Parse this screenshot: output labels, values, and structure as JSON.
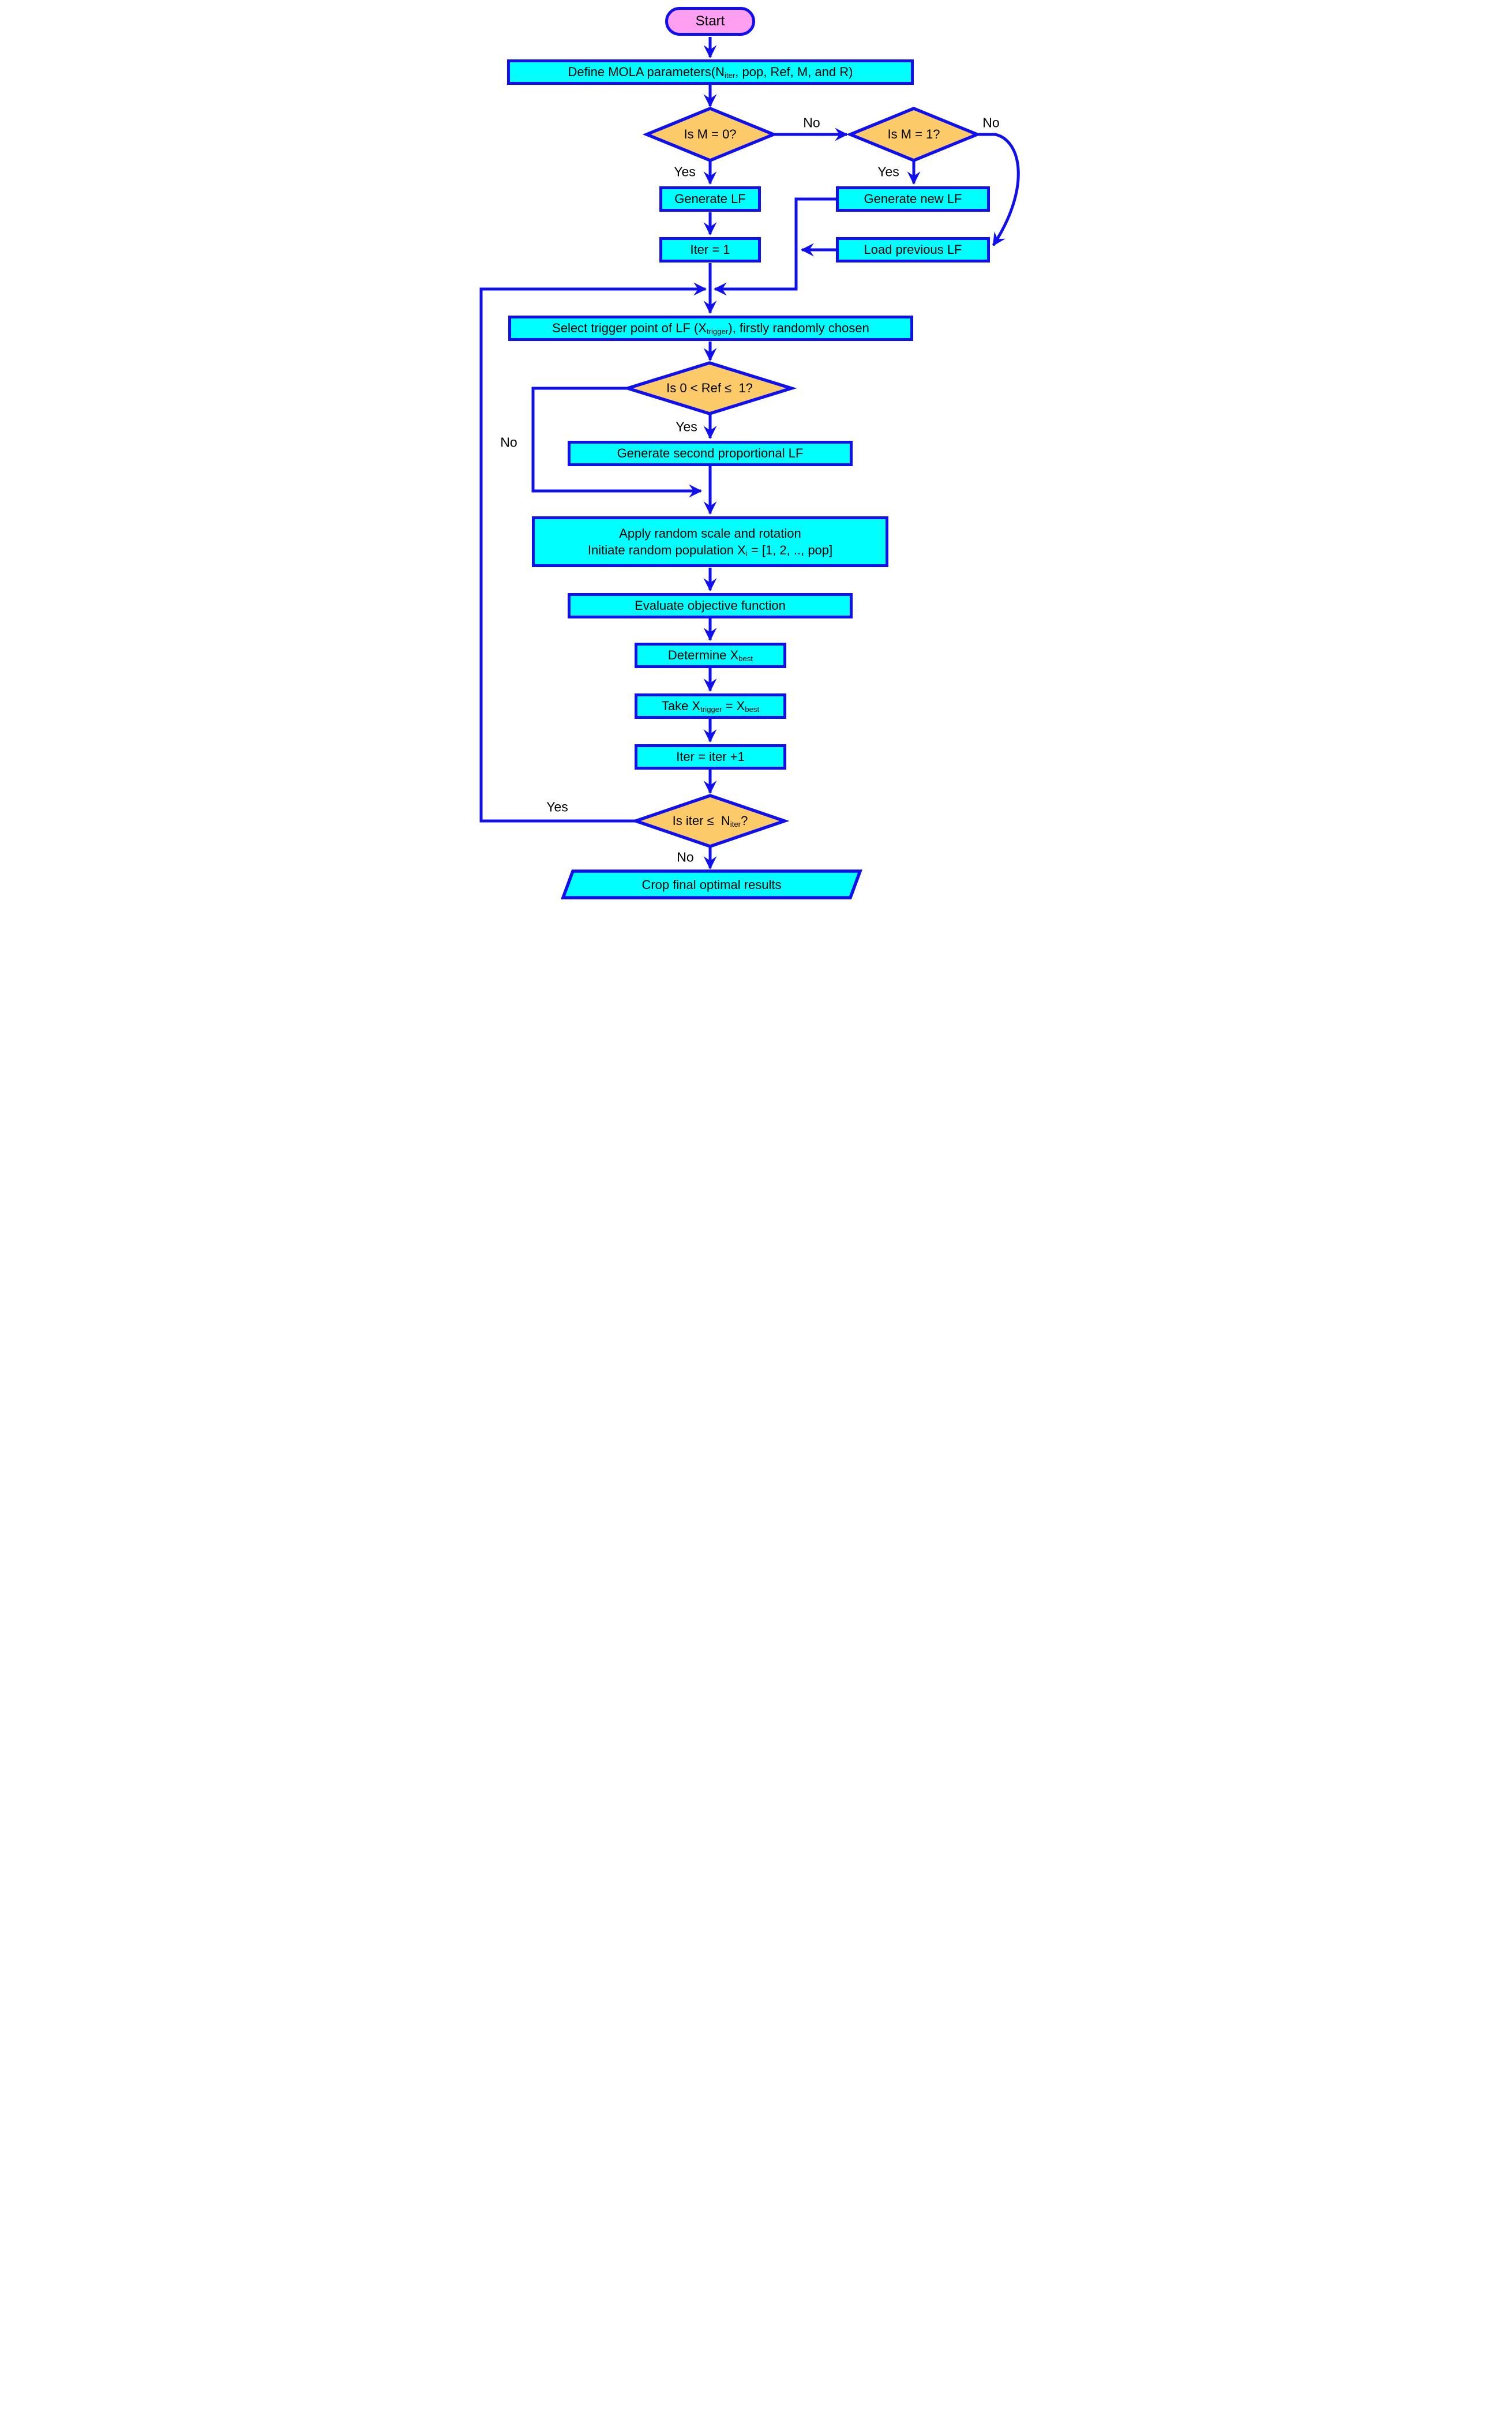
{
  "diagram_title": "MOLA algorithm flowchart",
  "colors": {
    "connector_blue": "#0F0FEF",
    "process_fill_cyan": "#00FFFF",
    "decision_fill_orange": "#FCCA68",
    "terminator_fill_pink": "#FF9FF2",
    "text": "#000000",
    "background": "#FFFFFF"
  },
  "nodes": {
    "start": {
      "label": "Start"
    },
    "define": {
      "parts": [
        {
          "t": "Define MOLA parameters(N"
        },
        {
          "t": "iter",
          "sub": true
        },
        {
          "t": ", pop, Ref, M, and R)"
        }
      ]
    },
    "is_m0": {
      "label": "Is M = 0?"
    },
    "is_m1": {
      "label": "Is M = 1?"
    },
    "generate_lf": {
      "label": "Generate LF"
    },
    "generate_new_lf": {
      "label": "Generate new LF"
    },
    "iter_1": {
      "label": "Iter = 1"
    },
    "load_previous_lf": {
      "label": "Load previous LF"
    },
    "select_trigger": {
      "parts": [
        {
          "t": "Select trigger point of LF (X"
        },
        {
          "t": "trigger",
          "sub": true
        },
        {
          "t": "), firstly randomly chosen"
        }
      ]
    },
    "is_ref": {
      "label": "Is 0 < Ref ≤  1?"
    },
    "generate_second": {
      "label": "Generate second proportional LF"
    },
    "apply_random": {
      "line1": "Apply random scale and rotation",
      "line2_parts": [
        {
          "t": "Initiate random population X"
        },
        {
          "t": "i",
          "sub": true
        },
        {
          "t": " = [1, 2, .., pop]"
        }
      ]
    },
    "evaluate": {
      "label": "Evaluate objective function"
    },
    "determine": {
      "parts": [
        {
          "t": "Determine X"
        },
        {
          "t": "best",
          "sub": true
        }
      ]
    },
    "take": {
      "parts": [
        {
          "t": "Take X"
        },
        {
          "t": "trigger",
          "sub": true
        },
        {
          "t": " = X"
        },
        {
          "t": "best",
          "sub": true
        }
      ]
    },
    "iter_inc": {
      "label": "Iter = iter +1"
    },
    "is_iter": {
      "parts": [
        {
          "t": "Is iter ≤  N"
        },
        {
          "t": "iter",
          "sub": true
        },
        {
          "t": "?"
        }
      ]
    },
    "crop": {
      "label": "Crop final optimal results"
    }
  },
  "edge_labels": {
    "no_m0": "No",
    "no_m1": "No",
    "yes_m0": "Yes",
    "yes_m1": "Yes",
    "yes_ref": "Yes",
    "no_ref": "No",
    "yes_iter": "Yes",
    "no_iter": "No"
  }
}
